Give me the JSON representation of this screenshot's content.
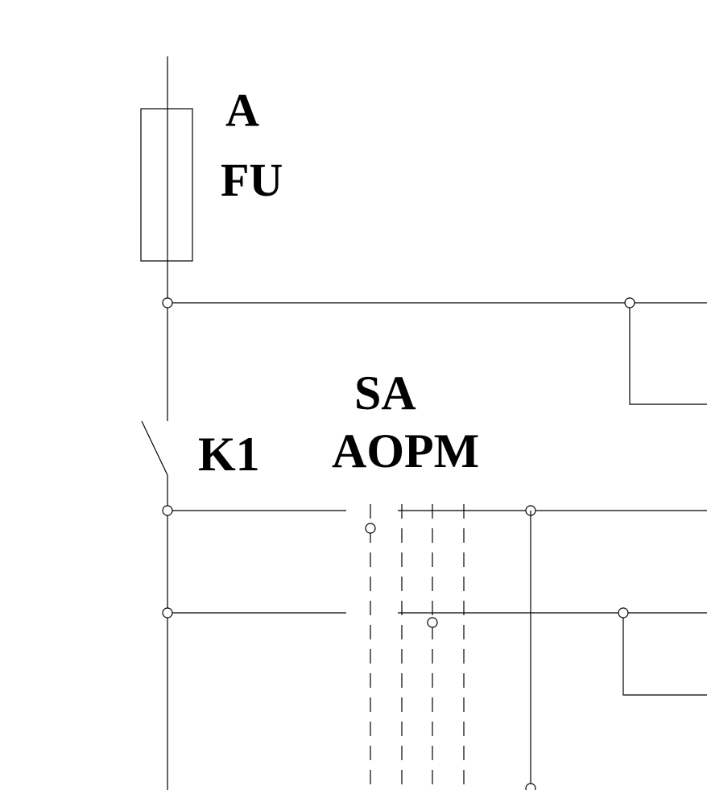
{
  "labels": {
    "fuse_phase": "A",
    "fuse_ref": "FU",
    "switch_ref": "SA",
    "switch_positions": "AOPM",
    "relay_contact": "K1"
  },
  "colors": {
    "line": "#000000",
    "background": "#ffffff"
  }
}
